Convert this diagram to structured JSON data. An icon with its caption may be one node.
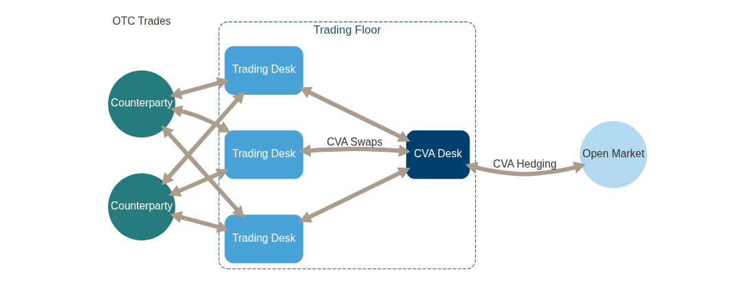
{
  "diagram": {
    "nodes": [
      {
        "text": [
          "Counterparty"
        ]
      },
      {
        "text": [
          "Counterparty"
        ]
      },
      {
        "text": [
          "Trading Floor"
        ]
      },
      {
        "text": [
          "Trading Desk"
        ],
        "in": 2
      },
      {
        "text": [
          "Trading Desk"
        ],
        "in": 2
      },
      {
        "text": [
          "Trading Desk"
        ],
        "in": 2
      },
      {
        "text": [
          "CVA Desk"
        ],
        "in": 2
      },
      {
        "text": [
          "Open Market"
        ]
      }
    ],
    "edges": [
      {
        "from": 0,
        "to": 3,
        "arrow": "both"
      },
      {
        "from": 1,
        "to": 3,
        "arrow": "both"
      },
      {
        "from": 0,
        "to": 4,
        "arrow": "both"
      },
      {
        "from": 1,
        "to": 4,
        "arrow": "both"
      },
      {
        "from": 0,
        "to": 5,
        "arrow": "both"
      },
      {
        "from": 1,
        "to": 5,
        "arrow": "both"
      },
      {
        "from": 6,
        "to": 3,
        "arrow": "both"
      },
      {
        "from": 6,
        "to": 4,
        "arrow": "both",
        "label": "CVA Swaps"
      },
      {
        "from": 6,
        "to": 5,
        "arrow": "both"
      },
      {
        "from": 6,
        "to": 7,
        "arrow": "both",
        "label": "CVA Hedging"
      }
    ],
    "labels": [
      "OTC Trades"
    ]
  }
}
